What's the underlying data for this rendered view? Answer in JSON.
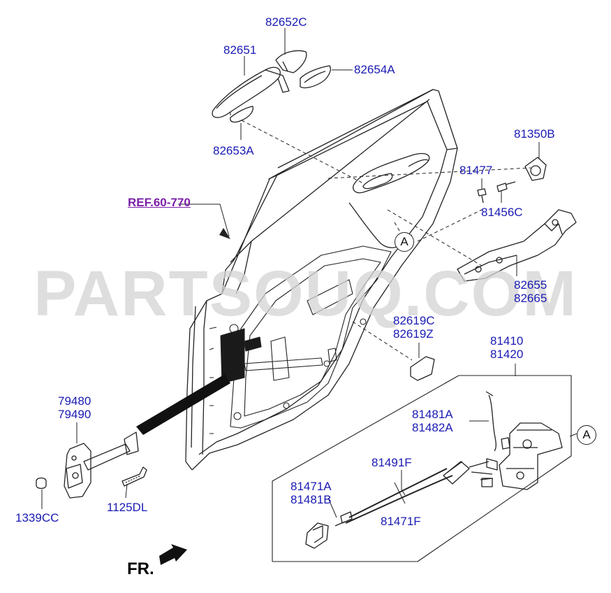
{
  "watermark": "PARTSOUQ.COM",
  "reference": "REF.60-770",
  "front_marker": "FR.",
  "callout_letter": "A",
  "parts": {
    "p82652C": "82652C",
    "p82651": "82651",
    "p82654A": "82654A",
    "p82653A": "82653A",
    "p81350B": "81350B",
    "p81477": "81477",
    "p81456C": "81456C",
    "p82655": "82655",
    "p82665": "82665",
    "p82619C": "82619C",
    "p82619Z": "82619Z",
    "p81410": "81410",
    "p81420": "81420",
    "p81481A": "81481A",
    "p81482A": "81482A",
    "p81491F": "81491F",
    "p81471A": "81471A",
    "p81481B": "81481B",
    "p81471F": "81471F",
    "p79480": "79480",
    "p79490": "79490",
    "p1339CC": "1339CC",
    "p1125DL": "1125DL"
  },
  "colors": {
    "part_label": "#1a1ab4",
    "reference_label": "#7a1fa8",
    "line": "#222222",
    "watermark": "#d4d4d4"
  }
}
